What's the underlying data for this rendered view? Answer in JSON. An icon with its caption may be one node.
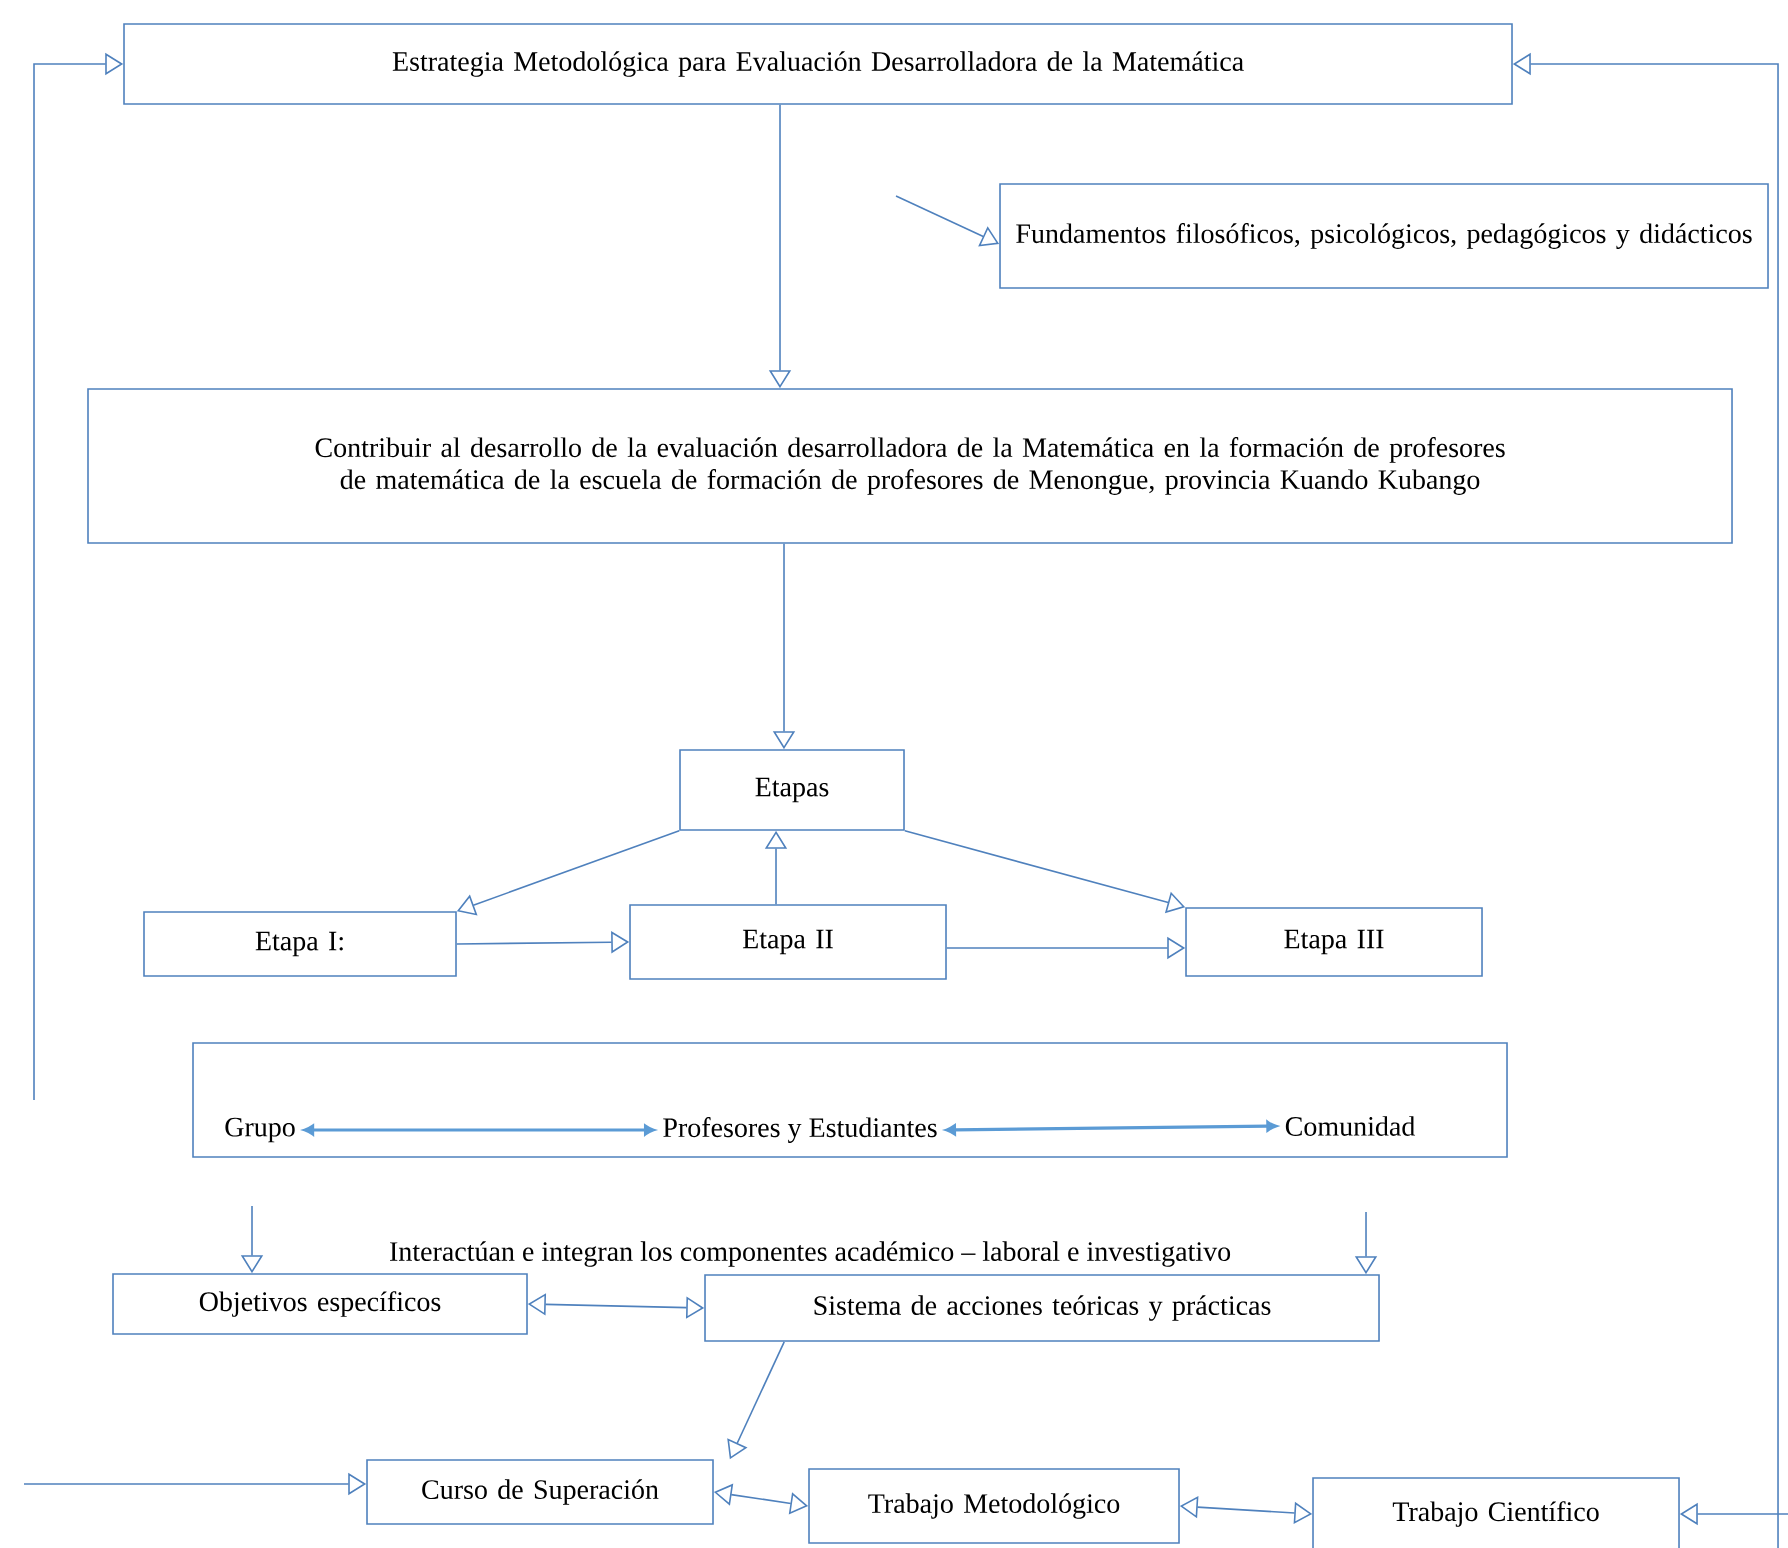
{
  "diagram": {
    "nodes": [
      {
        "text": [
          "Estrategia Metodológica para Evaluación Desarrolladora de la Matemática"
        ]
      },
      {
        "text": [
          "Fundamentos filosóficos, psicológicos, pedagógicos y didácticos"
        ]
      },
      {
        "text": [
          "Contribuir al desarrollo de la evaluación desarrolladora de la Matemática en la formación de profesores de matemática de la escuela de formación de profesores de Menongue, provincia Kuando Kubango"
        ]
      },
      {
        "text": [
          "Etapas"
        ]
      },
      {
        "text": [
          "Etapa I:"
        ]
      },
      {
        "text": [
          "Etapa II"
        ]
      },
      {
        "text": [
          "Etapa III"
        ]
      },
      {
        "text": [],
        "shape": "box"
      },
      {
        "text": [
          "Grupo"
        ],
        "in": 7
      },
      {
        "text": [
          "Profesores y Estudiantes"
        ],
        "in": 7
      },
      {
        "text": [
          "Comunidad"
        ],
        "in": 7
      },
      {
        "text": [
          "Objetivos específicos"
        ]
      },
      {
        "text": [
          "Sistema de acciones teóricas y prácticas"
        ]
      },
      {
        "text": [
          "Curso de Superación"
        ]
      },
      {
        "text": [
          "Trabajo Metodológico"
        ]
      },
      {
        "text": [
          "Trabajo Científico"
        ]
      }
    ],
    "edges": [
      {
        "from": null,
        "to": 0,
        "arrow": "to"
      },
      {
        "from": null,
        "to": 0,
        "arrow": "to"
      },
      {
        "from": 0,
        "to": 2,
        "arrow": "to"
      },
      {
        "from": null,
        "to": 1,
        "arrow": "to"
      },
      {
        "from": 2,
        "to": 3,
        "arrow": "to"
      },
      {
        "from": 3,
        "to": 4,
        "arrow": "to"
      },
      {
        "from": 3,
        "to": 6,
        "arrow": "to"
      },
      {
        "from": 5,
        "to": 3,
        "arrow": "to"
      },
      {
        "from": 4,
        "to": 5,
        "arrow": "to"
      },
      {
        "from": 5,
        "to": 6,
        "arrow": "to"
      },
      {
        "from": 8,
        "to": 9,
        "arrow": "both",
        "color": "#5b9bd5"
      },
      {
        "from": 9,
        "to": 10,
        "arrow": "both",
        "color": "#5b9bd5"
      },
      {
        "from": null,
        "to": 11,
        "arrow": "to"
      },
      {
        "from": null,
        "to": 12,
        "arrow": "to"
      },
      {
        "from": 11,
        "to": 12,
        "arrow": "both"
      },
      {
        "from": 12,
        "to": 13,
        "arrow": "to"
      },
      {
        "from": null,
        "to": 13,
        "arrow": "to"
      },
      {
        "from": 13,
        "to": 14,
        "arrow": "both"
      },
      {
        "from": 14,
        "to": 15,
        "arrow": "both"
      },
      {
        "from": null,
        "to": 15,
        "arrow": "to"
      }
    ],
    "labels": [
      "Interactúan e integran los componentes académico – laboral e investigativo"
    ]
  }
}
